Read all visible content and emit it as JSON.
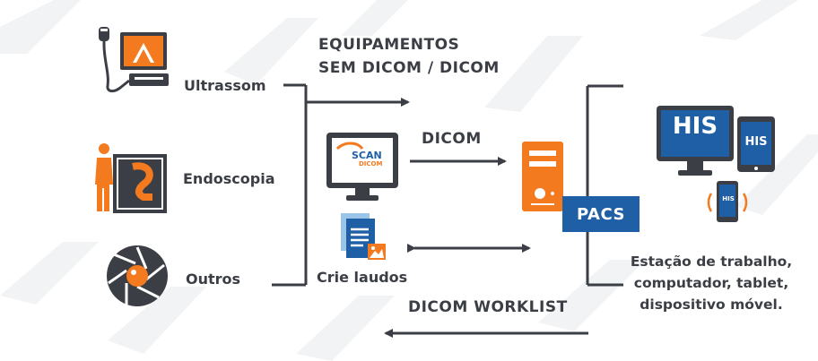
{
  "colors": {
    "text": "#3b3f45",
    "orange": "#f47a20",
    "blue": "#1f5fa6",
    "dark": "#3b3f45",
    "watermark": "#f1f2f3"
  },
  "sources": [
    {
      "label": "Ultrassom",
      "icon": "ultrasound-machine-icon"
    },
    {
      "label": "Endoscopia",
      "icon": "endoscopy-icon"
    },
    {
      "label": "Outros",
      "icon": "camera-aperture-icon"
    }
  ],
  "equipment_label": {
    "line1": "EQUIPAMENTOS",
    "line2": "SEM DICOM / DICOM"
  },
  "dicom_label": "DICOM",
  "scan_logo": {
    "line1": "SCAN",
    "line2": "DICOM"
  },
  "reports_label": "Crie laudos",
  "pacs_label": "PACS",
  "worklist_label": "DICOM WORKLIST",
  "his": {
    "monitor": "HIS",
    "tablet": "HIS",
    "phone": "HIS"
  },
  "stations": {
    "line1": "Estação de trabalho,",
    "line2": "computador, tablet,",
    "line3": "dispositivo móvel."
  }
}
